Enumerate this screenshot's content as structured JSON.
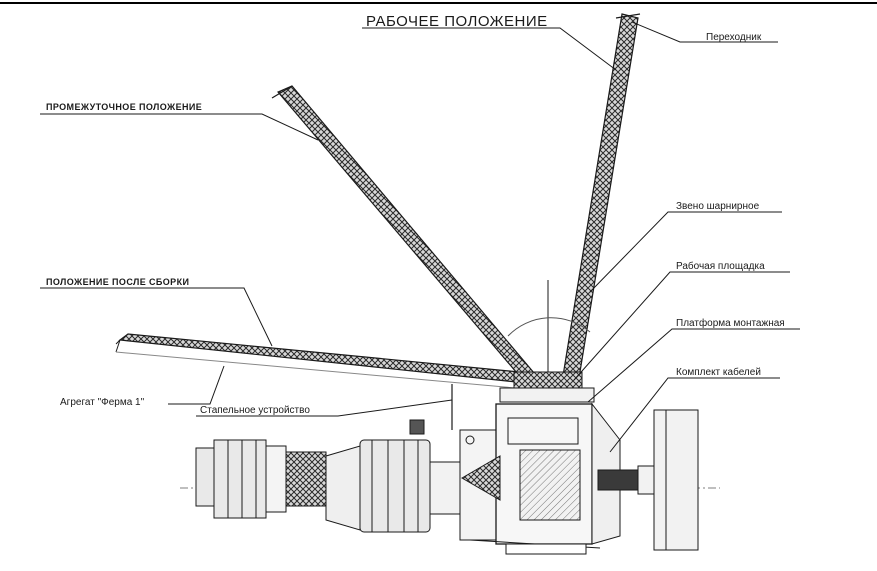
{
  "labels": {
    "working_position": "РАБОЧЕЕ ПОЛОЖЕНИЕ",
    "adapter": "Переходник",
    "intermediate_position": "ПРОМЕЖУТОЧНОЕ ПОЛОЖЕНИЕ",
    "hinge_link": "Звено шарнирное",
    "work_platform": "Рабочая площадка",
    "position_after_assembly": "ПОЛОЖЕНИЕ ПОСЛЕ СБОРКИ",
    "mounting_platform": "Платформа монтажная",
    "cable_kit": "Комплект кабелей",
    "truss_unit": "Агрегат \"Ферма 1\"",
    "slipway_device": "Стапельное устройство"
  },
  "colors": {
    "line": "#1a1a1a",
    "truss_fill": "#cfcfcf",
    "hull_fill": "#e9e9e9",
    "dark_fill": "#3a3a3a"
  }
}
